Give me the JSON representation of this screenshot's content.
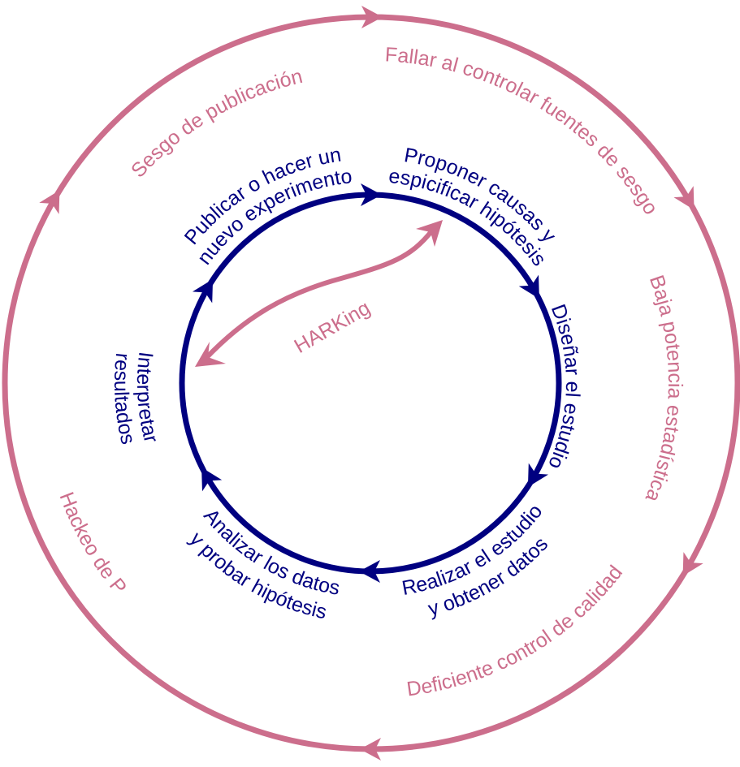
{
  "colors": {
    "inner": "#000080",
    "outer": "#cc6e8c"
  },
  "inner_cycle": [
    {
      "id": "proponer",
      "lines": [
        "Proponer causas y",
        "espicificar hipótesis"
      ]
    },
    {
      "id": "disenar",
      "lines": [
        "Diseñar el estudio"
      ]
    },
    {
      "id": "realizar",
      "lines": [
        "Realizar el estudio",
        "y obtener datos"
      ]
    },
    {
      "id": "analizar",
      "lines": [
        "Analizar los datos",
        "y probar hipótesis"
      ]
    },
    {
      "id": "interpretar",
      "lines": [
        "Interpretar",
        "resultados"
      ]
    },
    {
      "id": "publicar",
      "lines": [
        "Publicar o hacer un",
        "nuevo experimento"
      ]
    }
  ],
  "outer_cycle": {
    "fallar": "Fallar al controlar fuentes de sesgo",
    "baja": "Baja potencia estadística",
    "deficiente": "Deficiente control  de calidad",
    "hackeo": "Hackeo de P",
    "sesgo": "Sesgo de publicación"
  },
  "harking": "HARKing"
}
